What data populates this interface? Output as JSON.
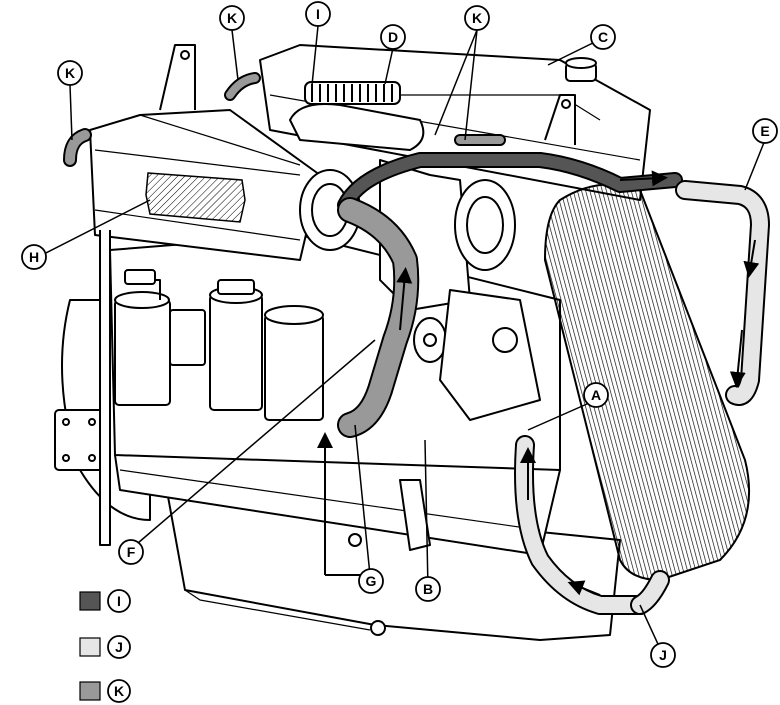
{
  "callouts": {
    "A": "A",
    "B": "B",
    "C": "C",
    "D": "D",
    "E": "E",
    "F": "F",
    "G": "G",
    "H": "H",
    "I": "I",
    "J": "J",
    "K": "K"
  },
  "legend": [
    {
      "label": "I",
      "color": "#555555"
    },
    {
      "label": "J",
      "color": "#e6e6e6"
    },
    {
      "label": "K",
      "color": "#999999"
    }
  ],
  "colors": {
    "hot_air": "#555555",
    "cooled_air": "#e6e6e6",
    "mixed_air": "#999999",
    "line": "#000000",
    "engine_fill": "#ffffff"
  }
}
